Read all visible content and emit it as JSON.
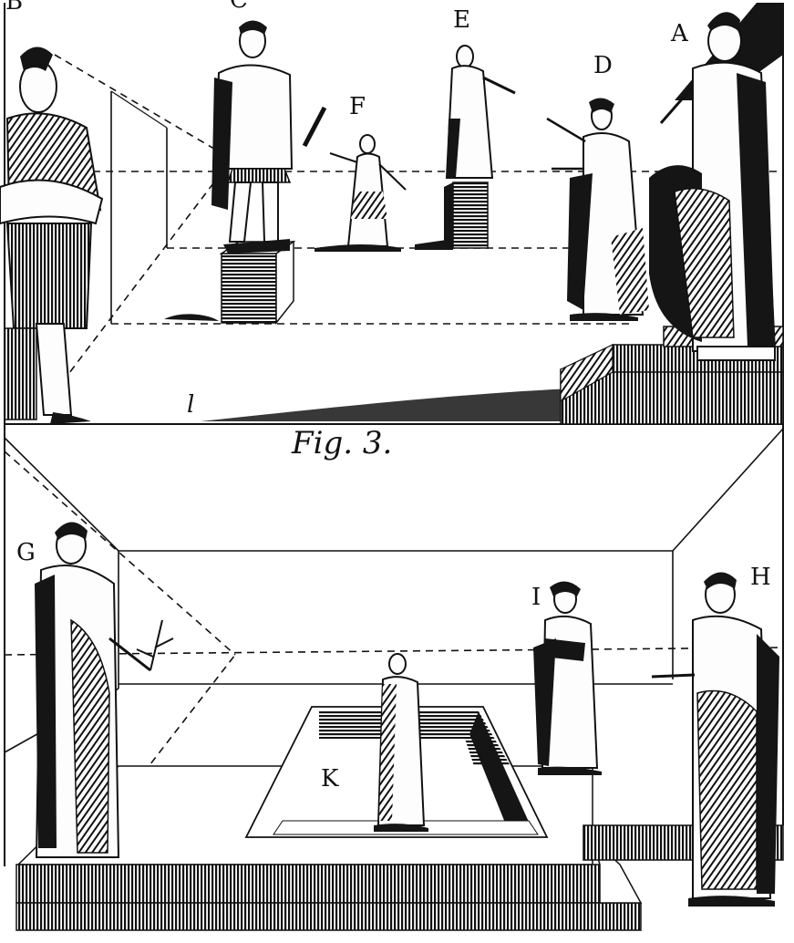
{
  "caption": "Fig. 3.",
  "labels": {
    "top": [
      "B",
      "C",
      "E",
      "A",
      "F",
      "D"
    ],
    "top_small": "l",
    "bottom": [
      "G",
      "H",
      "I",
      "K"
    ]
  },
  "colors": {
    "ink": "#111111",
    "paper": "#ffffff"
  }
}
